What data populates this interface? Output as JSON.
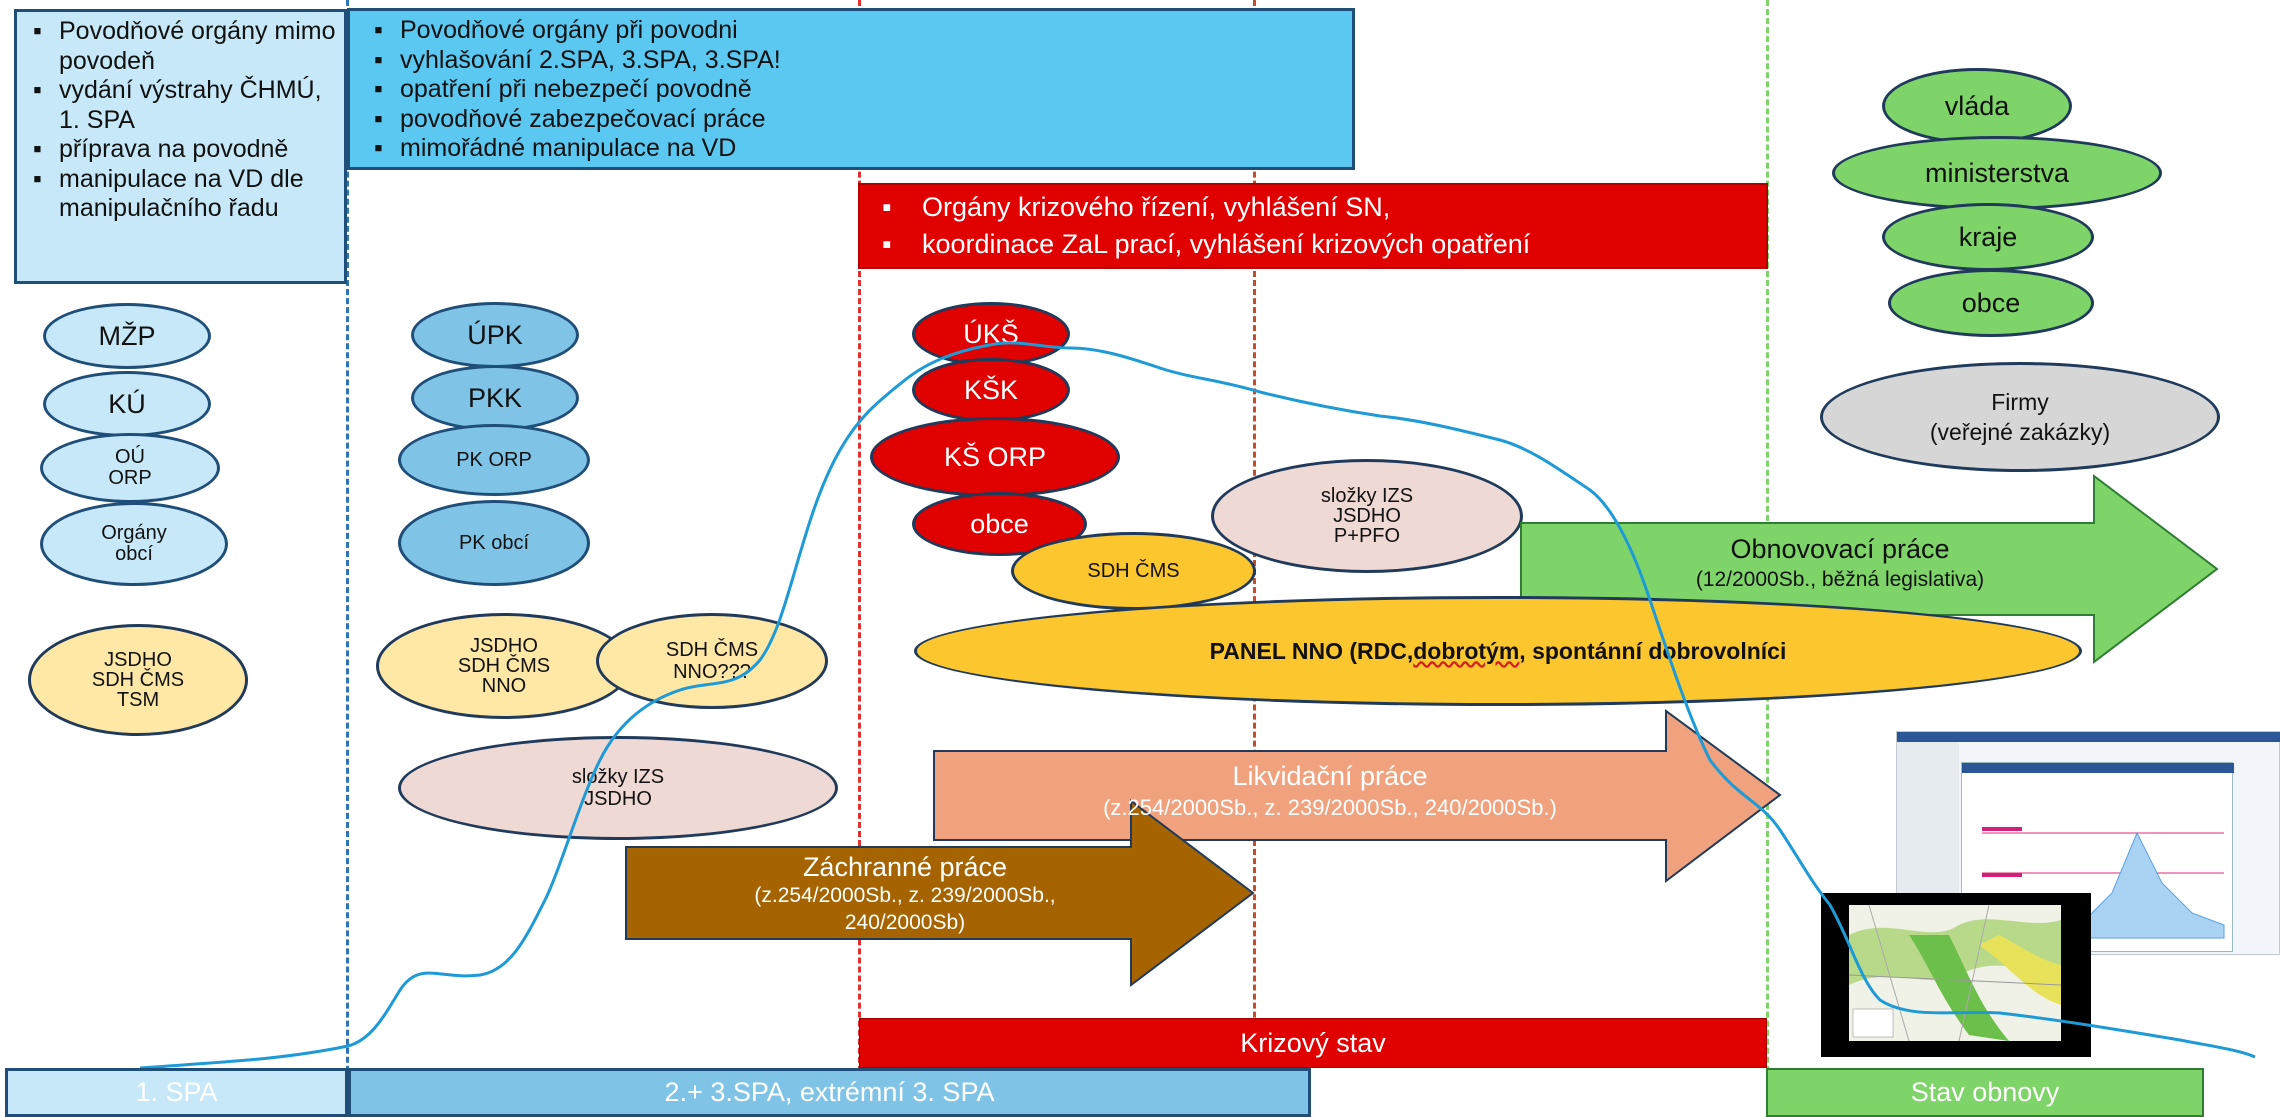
{
  "top_left_box": {
    "items": [
      "Povodňové orgány mimo povodeň",
      "vydání výstrahy ČHMÚ, 1. SPA",
      "příprava na povodně",
      "manipulace na VD dle manipulačního řadu"
    ]
  },
  "top_center_box": {
    "items": [
      "Povodňové orgány při povodni",
      "vyhlašování 2.SPA, 3.SPA, 3.SPA!",
      "opatření při nebezpečí povodně",
      "povodňové zabezpečovací práce",
      "mimořádné manipulace na VD"
    ]
  },
  "crisis_box": {
    "items": [
      "Orgány krizového řízení, vyhlášení SN,",
      "koordinace ZaL prací, vyhlášení krizových opatření"
    ]
  },
  "col1_ovals": {
    "mzp": "MŽP",
    "ku": "KÚ",
    "ou_orp_1": "OÚ",
    "ou_orp_2": "ORP",
    "organy_1": "Orgány",
    "organy_2": "obcí"
  },
  "col1_yellow": {
    "l1": "JSDHO",
    "l2": "SDH ČMS",
    "l3": "TSM"
  },
  "col2_ovals": {
    "upk": "ÚPK",
    "pkk": "PKK",
    "pk_orp": "PK ORP",
    "pk_obci": "PK obcí"
  },
  "col2_yellow_a": {
    "l1": "JSDHO",
    "l2": "SDH ČMS",
    "l3": "NNO"
  },
  "col2_yellow_b": {
    "l1": "SDH ČMS",
    "l2": "NNO???"
  },
  "col2_pink": {
    "l1": "složky IZS",
    "l2": "JSDHO"
  },
  "col3_ovals": {
    "uks": "ÚKŠ",
    "ksk": "KŠK",
    "ks_orp": "KŠ ORP",
    "obce": "obce"
  },
  "col3_gold": "SDH ČMS",
  "col3_pink": {
    "l1": "složky IZS",
    "l2": "JSDHO",
    "l3": "P+PFO"
  },
  "panel_nno": {
    "before": "PANEL NNO (RDC, ",
    "underlined": "dobrotým",
    "after": ", spontánní dobrovolníci"
  },
  "col4_ovals": {
    "vlada": "vláda",
    "ministerstva": "ministerstva",
    "kraje": "kraje",
    "obce": "obce"
  },
  "firms": {
    "l1": "Firmy",
    "l2": "(veřejné zakázky)"
  },
  "arrows": {
    "zachranne": {
      "title": "Záchranné práce",
      "l2": "(z.254/2000Sb., z. 239/2000Sb.,",
      "l3": "240/2000Sb)"
    },
    "likvidacni": {
      "title": "Likvidační práce",
      "sub": "(z.254/2000Sb., z. 239/2000Sb., 240/2000Sb.)"
    },
    "obnovovaci": {
      "title": "Obnovovací práce",
      "sub": "(12/2000Sb., běžná legislativa)"
    }
  },
  "bottom_bars": {
    "spa1": "1.   SPA",
    "spa23": "2.+ 3.SPA, extrémní 3. SPA",
    "krizovy": "Krizový stav",
    "obnova": "Stav obnovy"
  },
  "colors": {
    "light_blue": "#c6e8f8",
    "cyan": "#5bc8f2",
    "red": "#e00000",
    "green": "#7ed469",
    "brown": "#a66400",
    "salmon": "#f0a27e",
    "gold": "#fcc62e",
    "curve": "#1e9ad6"
  }
}
